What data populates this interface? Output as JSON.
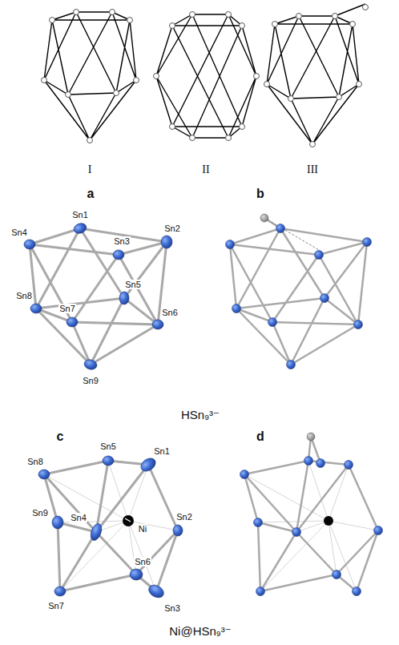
{
  "diagram": {
    "labels": [
      "I",
      "II",
      "III",
      "a",
      "b",
      "Sn1",
      "Sn4",
      "Sn2",
      "Sn3",
      "Sn5",
      "Sn8",
      "Sn7",
      "Sn6",
      "Sn9",
      "HSn₉³⁻",
      "c",
      "d",
      "Sn5",
      "Sn1",
      "Sn8",
      "Sn9",
      "Sn4",
      "Ni",
      "Sn2",
      "Sn6",
      "Sn7",
      "Sn3",
      "Ni@HSn₉³⁻"
    ]
  }
}
